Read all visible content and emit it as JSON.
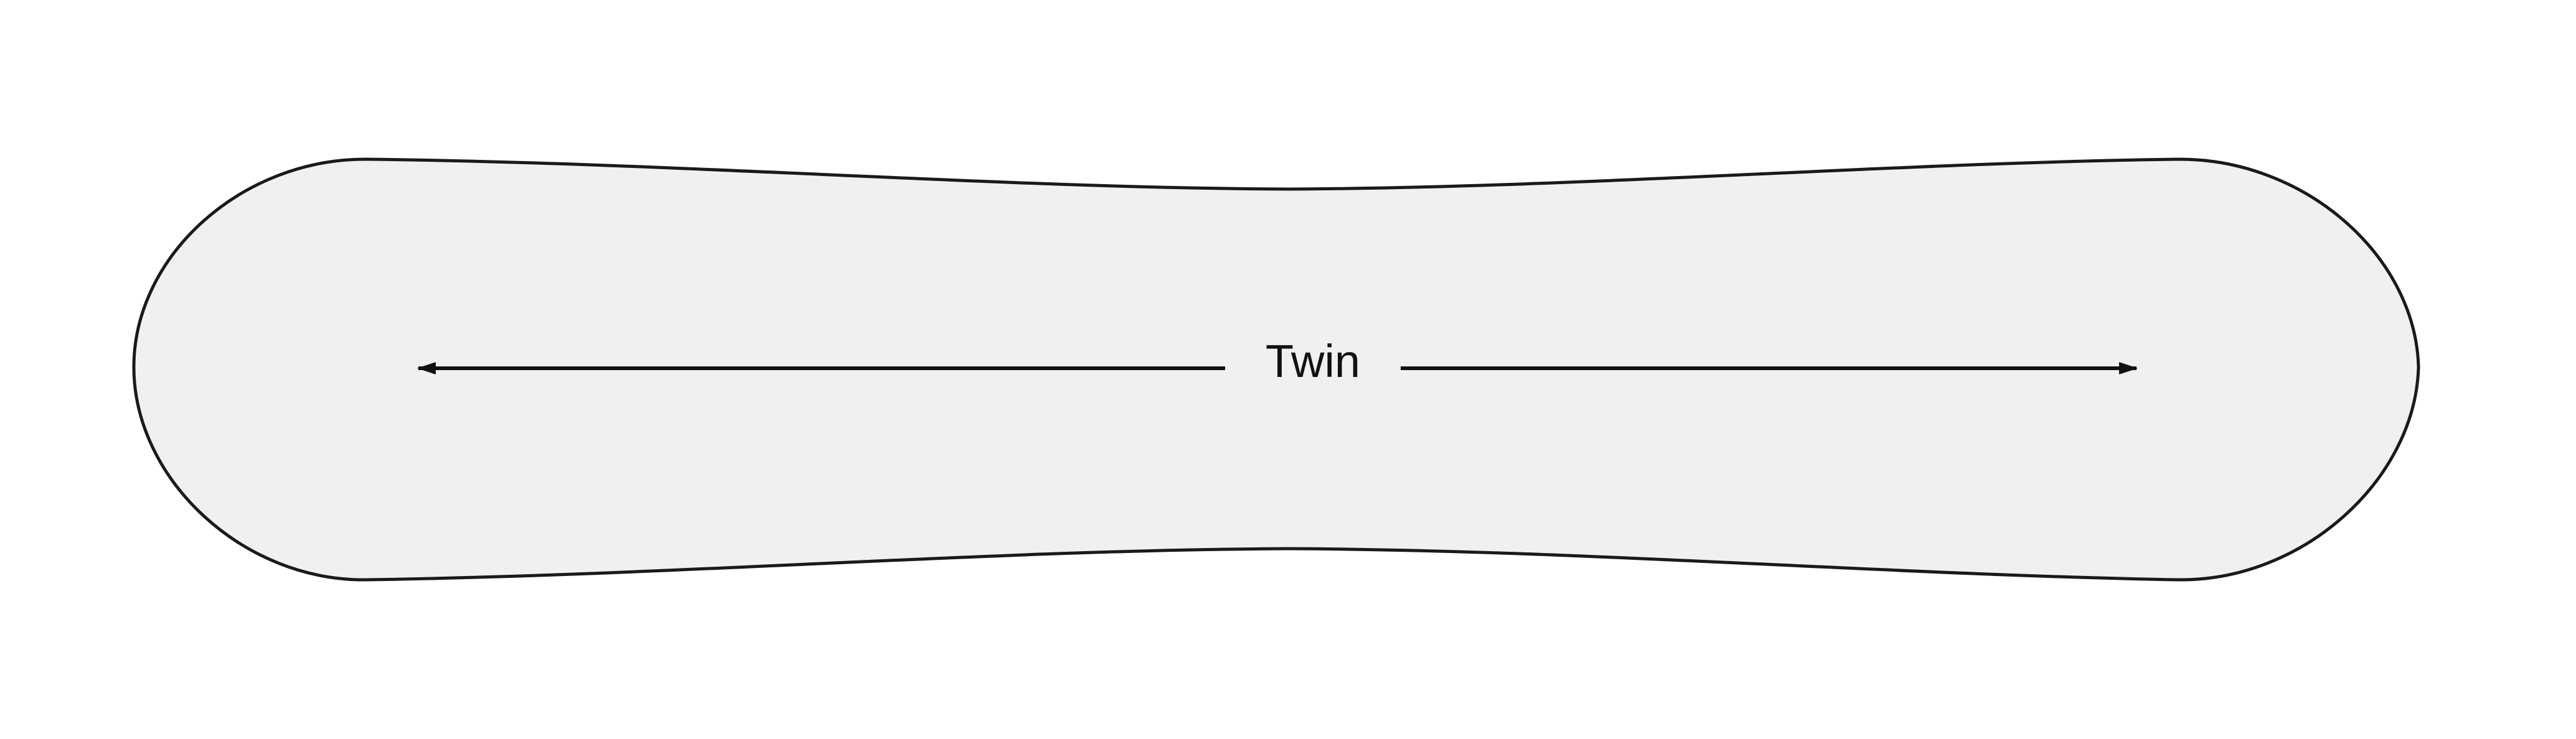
{
  "diagram": {
    "label": "Twin",
    "board_fill": "#f0f0f0",
    "outline_color": "#1a1a1a",
    "arrow_color": "#111111",
    "arrow_direction": "both",
    "icon": "double-headed-arrow"
  }
}
